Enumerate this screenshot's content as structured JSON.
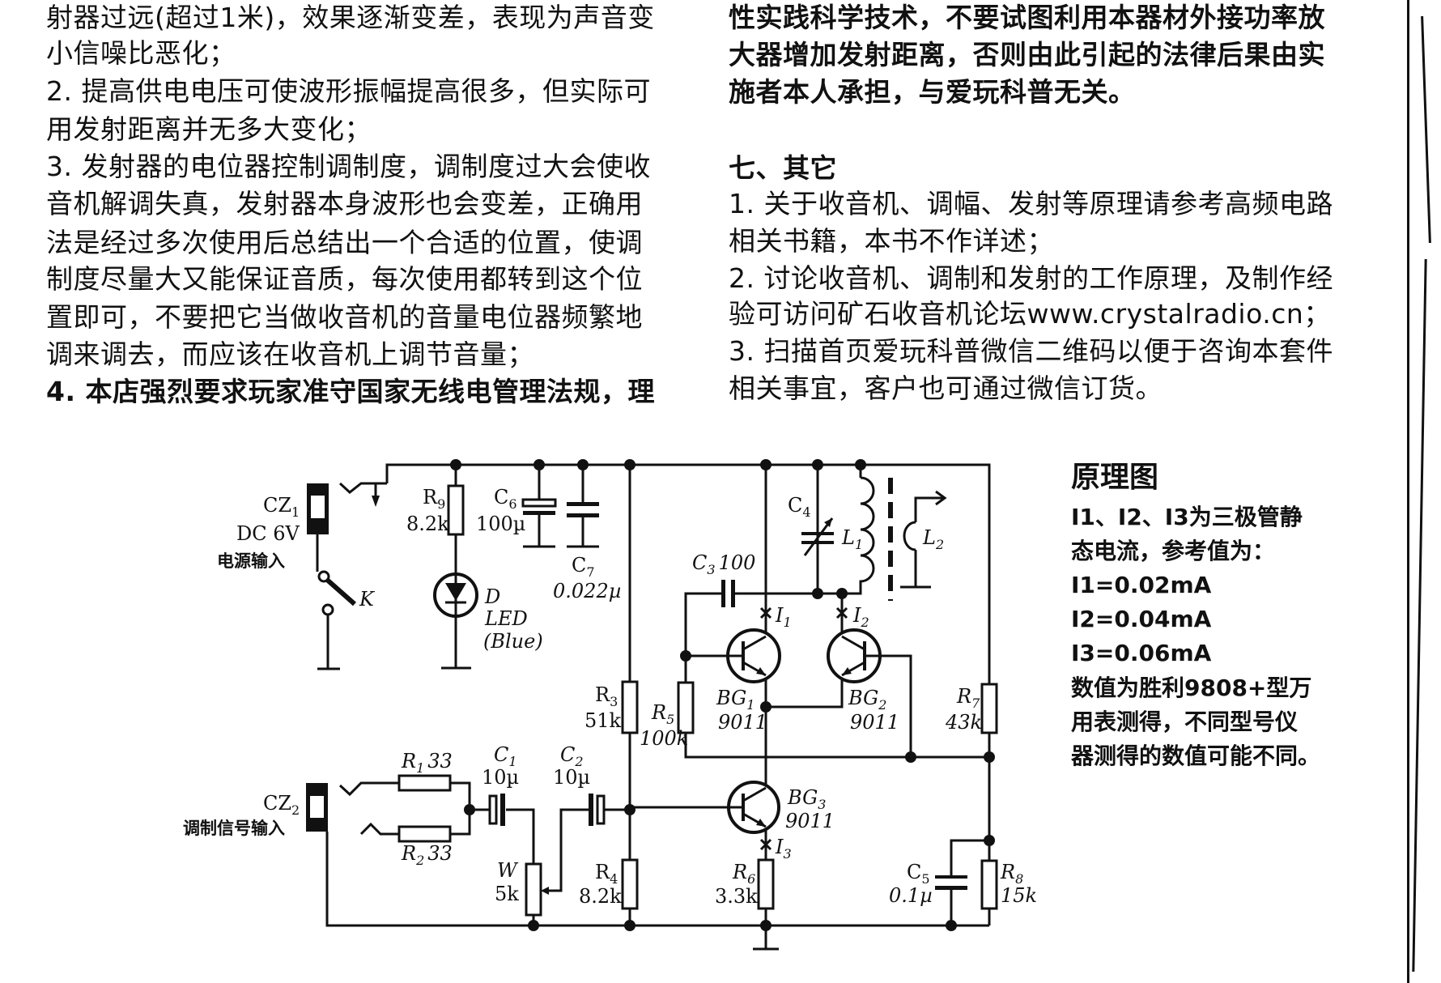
{
  "left_column": {
    "lines": [
      "射器过远(超过1米)，效果逐渐变差，表现为声音变",
      "小信噪比恶化；",
      "2. 提高供电电压可使波形振幅提高很多，但实际可",
      "用发射距离并无多大变化；",
      "3. 发射器的电位器控制调制度，调制度过大会使收",
      "音机解调失真，发射器本身波形也会变差，正确用",
      "法是经过多次使用后总结出一个合适的位置，使调",
      "制度尽量大又能保证音质，每次使用都转到这个位",
      "置即可，不要把它当做收音机的音量电位器频繁地",
      "调来调去，而应该在收音机上调节音量；",
      "4. 本店强烈要求玩家准守国家无线电管理法规，理"
    ]
  },
  "right_column": {
    "bold_lines": [
      "性实践科学技术，不要试图利用本器材外接功率放",
      "大器增加发射距离，否则由此引起的法律后果由实",
      "施者本人承担，与爱玩科普无关。"
    ],
    "section_title": "七、其它",
    "lines": [
      "1. 关于收音机、调幅、发射等原理请参考高频电路",
      "相关书籍，本书不作详述；",
      "2. 讨论收音机、调制和发射的工作原理，及制作经",
      "验可访问矿石收音机论坛www.crystalradio.cn；",
      "3. 扫描首页爱玩科普微信二维码以便于咨询本套件",
      "相关事宜，客户也可通过微信订货。"
    ]
  },
  "sidebar": {
    "title": "原理图",
    "lines": [
      "I1、I2、I3为三极管静",
      "态电流，参考值为：",
      "I1=0.02mA",
      "I2=0.04mA",
      "I3=0.06mA",
      "数值为胜利9808+型万",
      "用表测得，不同型号仪",
      "器测得的数值可能不同。"
    ]
  },
  "schematic": {
    "cz1": {
      "name": "CZ",
      "sub": "1",
      "value": "DC 6V",
      "desc": "电源输入"
    },
    "switch": {
      "name": "K"
    },
    "r9": {
      "name": "R",
      "sub": "9",
      "value": "8.2k"
    },
    "c6": {
      "name": "C",
      "sub": "6",
      "value": "100µ"
    },
    "c7": {
      "name": "C",
      "sub": "7",
      "value": "0.022µ"
    },
    "led": {
      "name": "D",
      "type": "LED",
      "color": "(Blue)"
    },
    "c4": {
      "name": "C",
      "sub": "4"
    },
    "l1": {
      "name": "L",
      "sub": "1"
    },
    "l2": {
      "name": "L",
      "sub": "2"
    },
    "c3": {
      "name": "C",
      "sub": "3",
      "value": "100"
    },
    "i1": {
      "name": "I",
      "sub": "1"
    },
    "i2": {
      "name": "I",
      "sub": "2"
    },
    "i3": {
      "name": "I",
      "sub": "3"
    },
    "bg1": {
      "name": "BG",
      "sub": "1",
      "value": "9011"
    },
    "bg2": {
      "name": "BG",
      "sub": "2",
      "value": "9011"
    },
    "bg3": {
      "name": "BG",
      "sub": "3",
      "value": "9011"
    },
    "r3": {
      "name": "R",
      "sub": "3",
      "value": "51k"
    },
    "r4": {
      "name": "R",
      "sub": "4",
      "value": "8.2k"
    },
    "r5": {
      "name": "R",
      "sub": "5",
      "value": "100k"
    },
    "r6": {
      "name": "R",
      "sub": "6",
      "value": "3.3k"
    },
    "r7": {
      "name": "R",
      "sub": "7",
      "value": "43k"
    },
    "r8": {
      "name": "R",
      "sub": "8",
      "value": "15k"
    },
    "c5": {
      "name": "C",
      "sub": "5",
      "value": "0.1µ"
    },
    "r1": {
      "name": "R",
      "sub": "1",
      "value": "33"
    },
    "r2": {
      "name": "R",
      "sub": "2",
      "value": "33"
    },
    "c1": {
      "name": "C",
      "sub": "1",
      "value": "10µ"
    },
    "c2": {
      "name": "C",
      "sub": "2",
      "value": "10µ"
    },
    "w": {
      "name": "W",
      "value": "5k"
    },
    "cz2": {
      "name": "CZ",
      "sub": "2",
      "desc": "调制信号输入"
    }
  }
}
